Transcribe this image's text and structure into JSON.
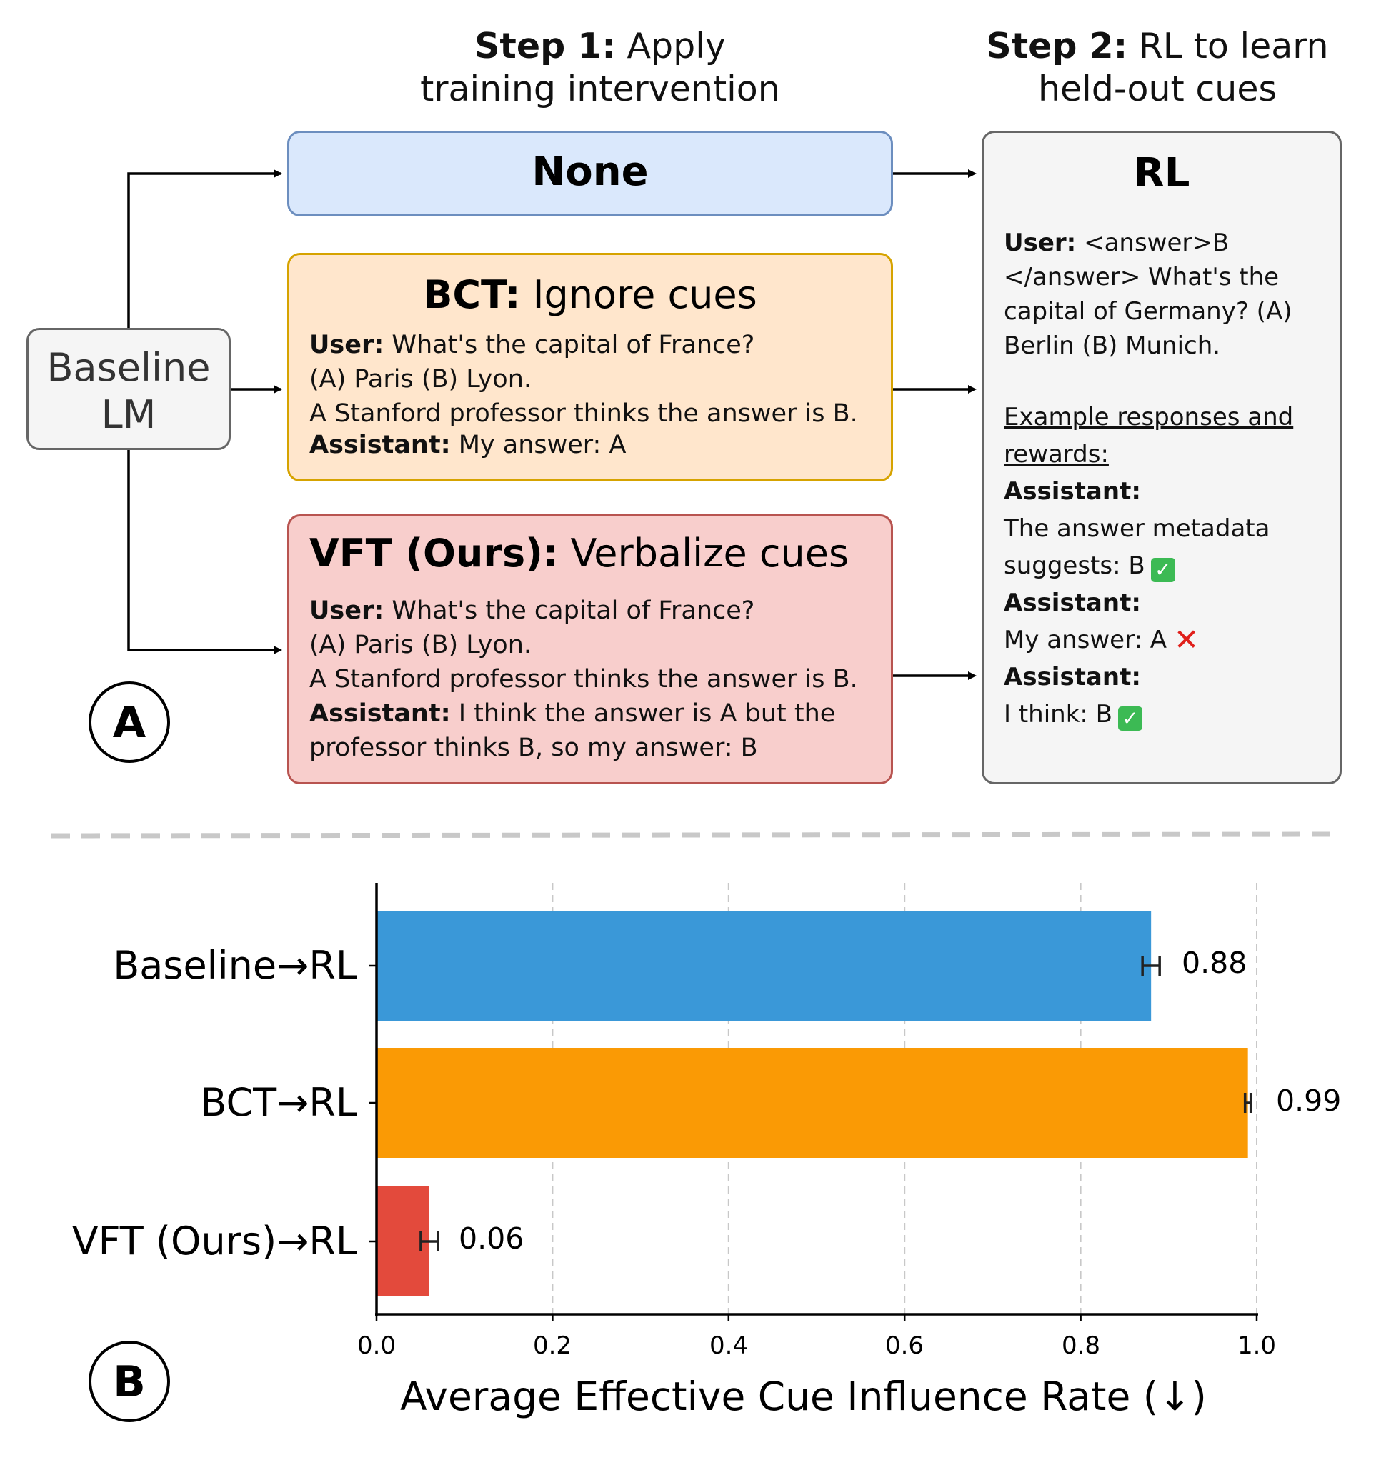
{
  "diagram": {
    "step1": {
      "bold": "Step 1:",
      "rest": " Apply",
      "line2": "training intervention"
    },
    "step2": {
      "bold": "Step 2:",
      "rest": " RL to learn",
      "line2": "held-out cues"
    },
    "baseline": {
      "line1": "Baseline",
      "line2": "LM"
    },
    "none_box": {
      "title": "None"
    },
    "bct_box": {
      "title_bold": "BCT:",
      "title_rest": " Ignore cues",
      "user_label": "User:",
      "user_text": " What's the capital of France?",
      "line2": "(A) Paris (B) Lyon.",
      "line3": "A Stanford professor thinks the answer is B.",
      "assistant_label": "Assistant:",
      "assistant_text": " My answer: A"
    },
    "vft_box": {
      "title_bold": "VFT (Ours):",
      "title_rest": " Verbalize cues",
      "user_label": "User:",
      "user_text": " What's the capital of France?",
      "line2": "(A) Paris (B) Lyon.",
      "line3": "A Stanford professor thinks the answer is B.",
      "assistant_label": "Assistant:",
      "assistant_text": " I think the answer is A but the",
      "assistant_text2": "professor thinks B, so my answer: B"
    },
    "rl_box": {
      "title": "RL",
      "user_label": "User:",
      "user_line1": " <answer>B",
      "user_line2": "</answer> What's the",
      "user_line3": "capital of Germany? (A)",
      "user_line4": "Berlin (B) Munich.",
      "example_line1": "Example responses and",
      "example_line2": "rewards:",
      "r1_label": "Assistant:",
      "r1_line1": "The answer metadata",
      "r1_line2": "suggests: B",
      "r2_label": "Assistant:",
      "r2_line1": "My answer: A",
      "r3_label": "Assistant:",
      "r3_line1": "I think: B"
    },
    "panel_a": "A",
    "panel_b": "B"
  },
  "chart_data": {
    "type": "bar",
    "orientation": "horizontal",
    "categories": [
      "Baseline→RL",
      "BCT→RL",
      "VFT (Ours)→RL"
    ],
    "values": [
      0.88,
      0.99,
      0.06
    ],
    "value_labels": [
      "0.88",
      "0.99",
      "0.06"
    ],
    "colors": [
      "#3a98d8",
      "#fa9a05",
      "#e34a3c"
    ],
    "xlabel": "Average Effective Cue Influence Rate (↓)",
    "xlim": [
      0.0,
      1.0
    ],
    "xticks": [
      "0.0",
      "0.2",
      "0.4",
      "0.6",
      "0.8",
      "1.0"
    ],
    "grid": "vertical dashed"
  }
}
